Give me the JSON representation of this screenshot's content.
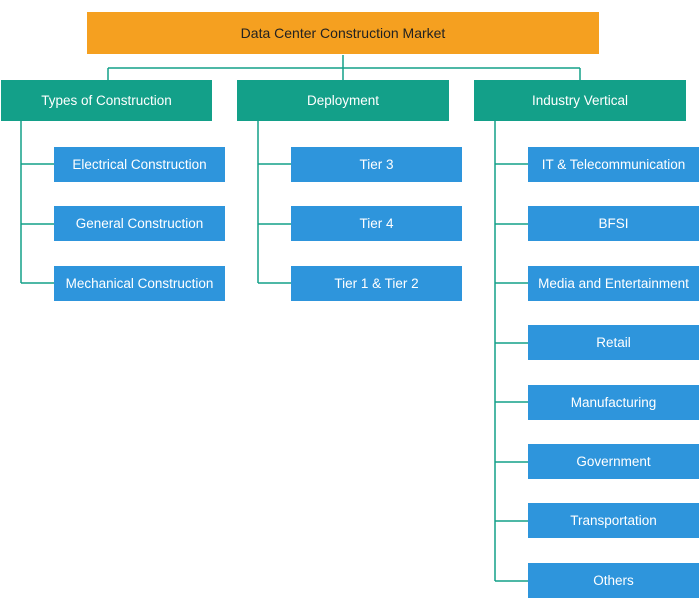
{
  "diagram": {
    "root": "Data Center Construction Market",
    "categories": [
      {
        "label": "Types of Construction",
        "items": [
          "Electrical Construction",
          "General Construction",
          "Mechanical Construction"
        ]
      },
      {
        "label": "Deployment",
        "items": [
          "Tier 3",
          "Tier 4",
          "Tier 1 & Tier 2"
        ]
      },
      {
        "label": "Industry Vertical",
        "items": [
          "IT & Telecommunication",
          "BFSI",
          "Media and Entertainment",
          "Retail",
          "Manufacturing",
          "Government",
          "Transportation",
          "Others"
        ]
      }
    ],
    "colors": {
      "root": "#f5a020",
      "category": "#13a089",
      "leaf": "#2e95dc",
      "connector": "#13a089"
    }
  }
}
